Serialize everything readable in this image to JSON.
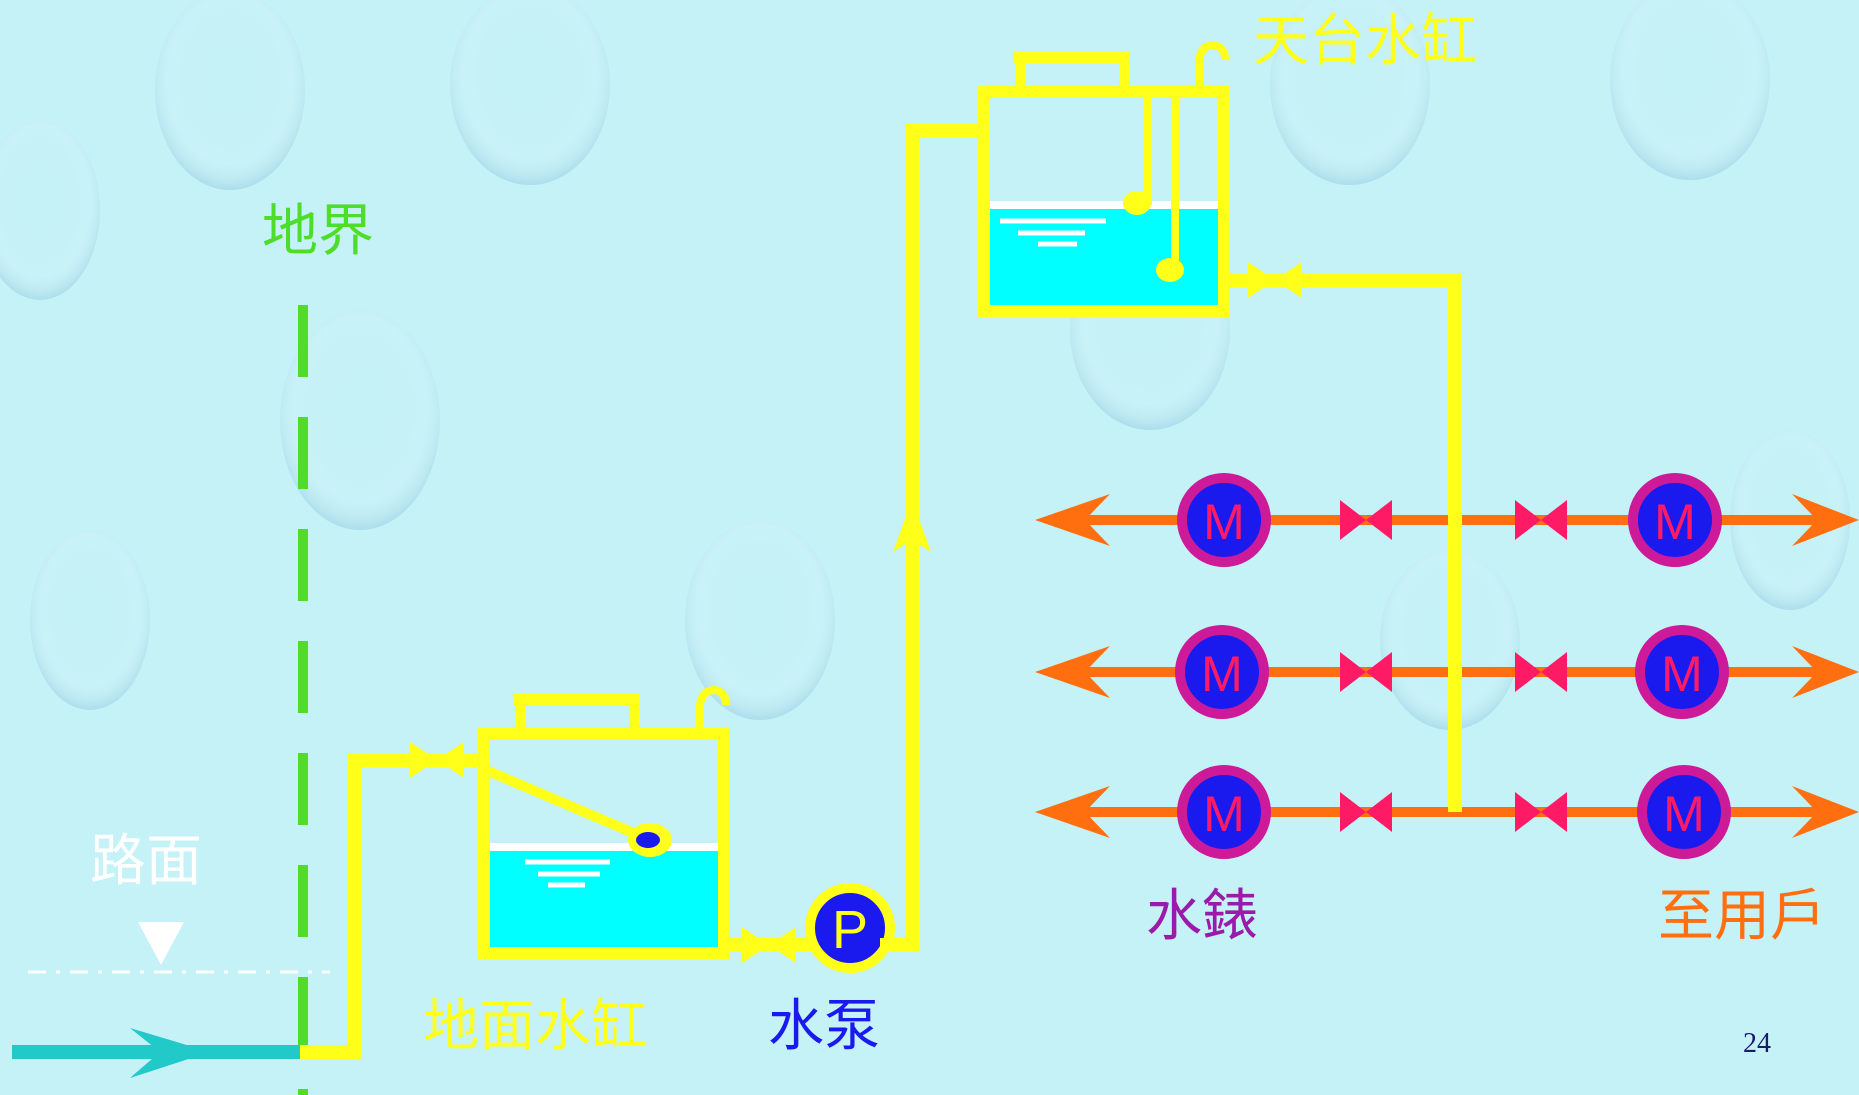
{
  "labels": {
    "boundary": "地界",
    "road_surface": "路面",
    "ground_tank": "地面水缸",
    "roof_tank": "天台水缸",
    "pump": "水泵",
    "meter": "水錶",
    "to_users": "至用戶",
    "page_number": "24"
  },
  "symbols": {
    "pump_letter": "P",
    "meter_letter": "M"
  },
  "colors": {
    "background": "#c4f2f7",
    "pipe": "#ffff1a",
    "water": "#00ffff",
    "boundary_line": "#4ddd2a",
    "supply_main": "#21c9c9",
    "branch_pipe": "#ff6f0f",
    "valve_red": "#ff1a66",
    "meter_ring": "#cc1a99",
    "meter_fill": "#1a1aee",
    "pump_fill": "#1a1aee",
    "meter_label": "#9a1aaa",
    "users_label": "#ff6f0f",
    "pump_label": "#1a1aee",
    "road_label": "#ffffff"
  }
}
